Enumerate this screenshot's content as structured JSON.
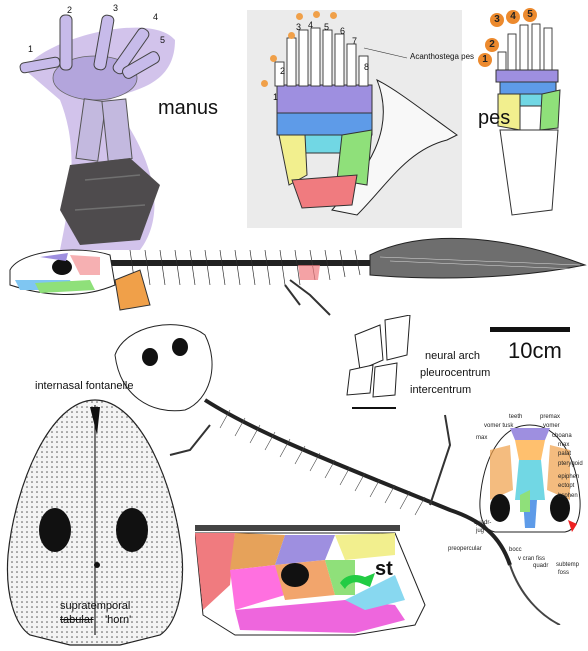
{
  "labels": {
    "manus": "manus",
    "pes": "pes",
    "scale": "10cm",
    "neural_arch": "neural arch",
    "pleurocentrum": "pleurocentrum",
    "intercentrum": "intercentrum",
    "internasal_fontanelle": "internasal fontanelle",
    "supratemporal": "supratemporal",
    "tabular": "tabular",
    "horn": "'horn'",
    "st": "st",
    "acanthostega_pes": "Acanthostega pes",
    "preopercular": "preopercular"
  },
  "manus_digits": [
    "1",
    "2",
    "3",
    "4",
    "5"
  ],
  "acanth_digits": [
    "1",
    "2",
    "3",
    "4",
    "5",
    "6",
    "7",
    "8"
  ],
  "pes_digits": [
    "1",
    "2",
    "3",
    "4",
    "5"
  ],
  "palate_labels": {
    "teeth": "teeth",
    "premax": "premax",
    "vomer": "vomer",
    "vomer_tusk": "vomer tusk",
    "max_left": "max",
    "choana": "choana",
    "max_right": "max",
    "palat": "palat",
    "pterygoid": "pterygoid",
    "epiphen": "epiphen",
    "ectopt": "ectopt",
    "bsphen": "bsphen",
    "quadrjug": "quadr-",
    "quadrjug2": "jug",
    "boccip": "bocc",
    "v_cran_fiss": "v cran fiss",
    "quadr": "quadr",
    "subtemp": "subtemp",
    "subtemp2": "foss"
  },
  "colors": {
    "lavender": "#cdbde9",
    "purple_bone": "#9e8fe0",
    "blue_bone": "#5e9be8",
    "cyan_bone": "#71d7e4",
    "green_bone": "#8fe07a",
    "red_bone": "#f07b7f",
    "yellow_bone": "#f2ef8e",
    "orange": "#f0a049",
    "grey_panel": "#ebebeb"
  }
}
